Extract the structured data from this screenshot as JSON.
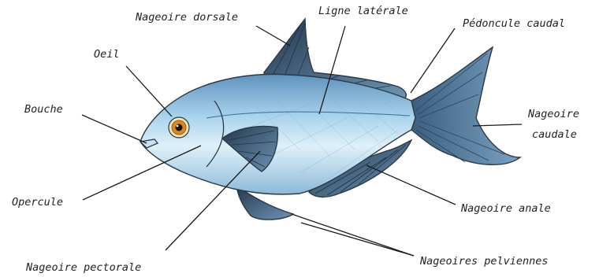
{
  "labels": {
    "dorsal_fin": "Nageoire dorsale",
    "lateral_line": "Ligne latérale",
    "caudal_peduncle": "Pédoncule caudal",
    "eye": "Oeil",
    "mouth": "Bouche",
    "caudal_fin_line1": "Nageoire",
    "caudal_fin_line2": "caudale",
    "operculum": "Opercule",
    "anal_fin": "Nageoire anale",
    "pectoral_fin": "Nageoire pectorale",
    "pelvic_fins": "Nageoires pelviennes"
  },
  "colors": {
    "body_light": "#d6ecf7",
    "body_mid": "#9ccbe6",
    "body_dark": "#4f86b3",
    "fin": "#3d5f80",
    "fin_dark": "#23384d",
    "eye_iris": "#d98a1c",
    "leader": "#1a1a1a"
  }
}
